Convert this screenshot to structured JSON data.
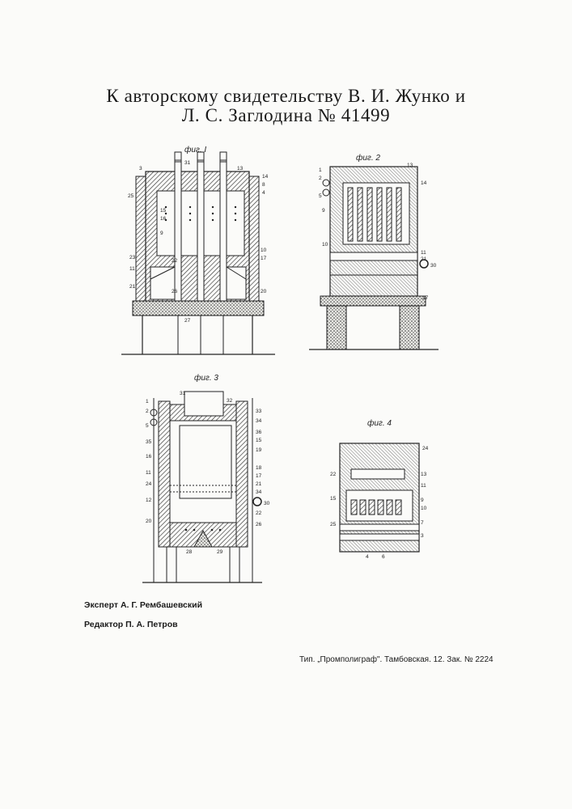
{
  "header": {
    "line1": "К авторскому свидетельству В. И. Жунко и",
    "line2": "Л. С. Заглодина № 41499"
  },
  "figures": {
    "fig1": {
      "caption": "фиг. I",
      "labels": [
        "3",
        "31",
        "13",
        "14",
        "25",
        "8",
        "4",
        "15",
        "16",
        "9",
        "10",
        "17",
        "23",
        "11",
        "22",
        "21",
        "26",
        "20",
        "27"
      ]
    },
    "fig2": {
      "caption": "фиг. 2",
      "labels": [
        "1",
        "2",
        "13",
        "14",
        "5",
        "9",
        "10",
        "11",
        "21",
        "30",
        "27"
      ]
    },
    "fig3": {
      "caption": "фиг. 3",
      "labels": [
        "31",
        "32",
        "33",
        "1",
        "2",
        "5",
        "34",
        "35",
        "36",
        "15",
        "19",
        "16",
        "18",
        "11",
        "17",
        "24",
        "21",
        "34",
        "12",
        "22",
        "30",
        "20",
        "26",
        "28",
        "29"
      ]
    },
    "fig4": {
      "caption": "фиг. 4",
      "labels": [
        "24",
        "22",
        "13",
        "11",
        "15",
        "9",
        "10",
        "7",
        "25",
        "3",
        "4",
        "6"
      ]
    }
  },
  "footer": {
    "expert": "Эксперт А. Г. Рембашевский",
    "editor": "Редактор П. А. Петров",
    "printer": "Тип. „Промполиграф\". Тамбовская. 12. Зак. № 2224"
  }
}
